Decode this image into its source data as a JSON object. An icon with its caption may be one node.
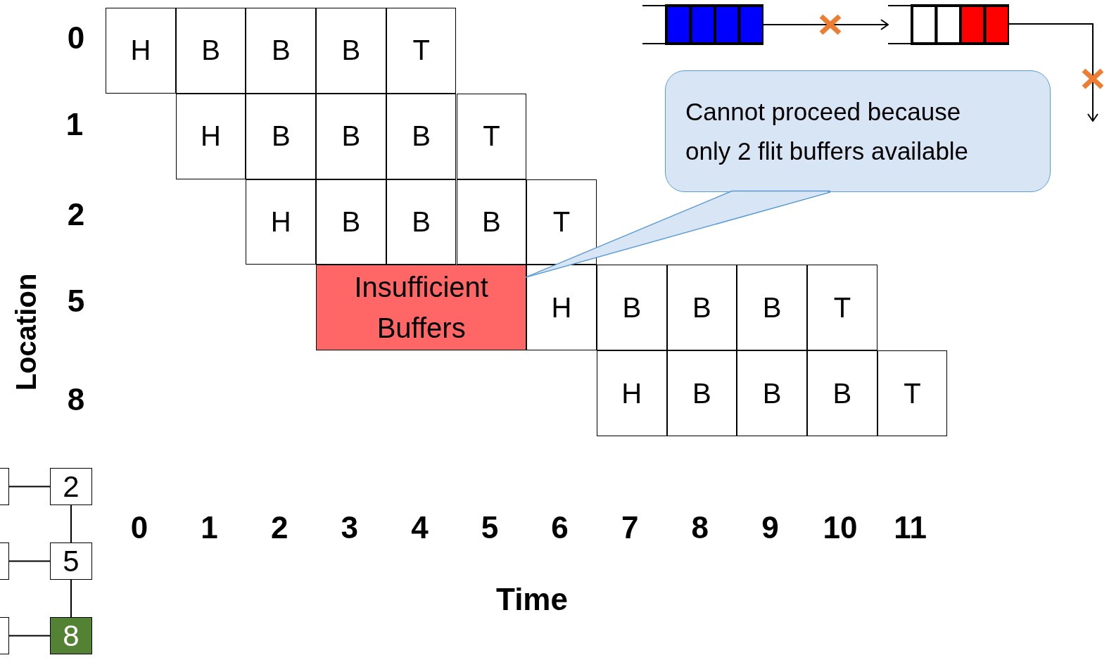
{
  "diagram": {
    "nodes": [
      {
        "text": [],
        "shape": "box"
      },
      {
        "text": [],
        "shape": "box"
      },
      {
        "text": [
          "Cannot proceed because only 2 flit buffers available"
        ]
      },
      {
        "text": [
          "H"
        ]
      },
      {
        "text": [
          "B"
        ]
      },
      {
        "text": [
          "B"
        ]
      },
      {
        "text": [
          "B"
        ]
      },
      {
        "text": [
          "T"
        ]
      },
      {
        "text": [
          "H"
        ]
      },
      {
        "text": [
          "B"
        ]
      },
      {
        "text": [
          "B"
        ]
      },
      {
        "text": [
          "B"
        ]
      },
      {
        "text": [
          "T"
        ]
      },
      {
        "text": [
          "H"
        ]
      },
      {
        "text": [
          "B"
        ]
      },
      {
        "text": [
          "B"
        ]
      },
      {
        "text": [
          "B"
        ]
      },
      {
        "text": [
          "T"
        ]
      },
      {
        "text": [
          "Insufficient Buffers"
        ]
      },
      {
        "text": [
          "H"
        ]
      },
      {
        "text": [
          "B"
        ]
      },
      {
        "text": [
          "B"
        ]
      },
      {
        "text": [
          "B"
        ]
      },
      {
        "text": [
          "T"
        ]
      },
      {
        "text": [
          "H"
        ]
      },
      {
        "text": [
          "B"
        ]
      },
      {
        "text": [
          "B"
        ]
      },
      {
        "text": [
          "B"
        ]
      },
      {
        "text": [
          "T"
        ]
      },
      {
        "text": [],
        "shape": "box"
      },
      {
        "text": [
          "2"
        ]
      },
      {
        "text": [],
        "shape": "box"
      },
      {
        "text": [
          "5"
        ]
      },
      {
        "text": [],
        "shape": "box"
      },
      {
        "text": [
          "8"
        ]
      }
    ],
    "edges": [
      {
        "from": 0,
        "to": 1,
        "arrow": "to"
      },
      {
        "from": 1,
        "to": null,
        "arrow": "to"
      },
      {
        "from": 2,
        "to": 18,
        "arrow": "none",
        "color": "#5b9bd5"
      },
      {
        "from": 29,
        "to": 30,
        "arrow": "none"
      },
      {
        "from": 31,
        "to": 32,
        "arrow": "none"
      },
      {
        "from": 33,
        "to": 34,
        "arrow": "none"
      },
      {
        "from": 30,
        "to": 32,
        "arrow": "none"
      },
      {
        "from": 32,
        "to": 34,
        "arrow": "none"
      }
    ],
    "labels": [
      "0",
      "1",
      "2",
      "5",
      "8",
      "Location",
      "0",
      "1",
      "2",
      "3",
      "4",
      "5",
      "6",
      "7",
      "8",
      "9",
      "10",
      "11",
      "Time"
    ]
  }
}
